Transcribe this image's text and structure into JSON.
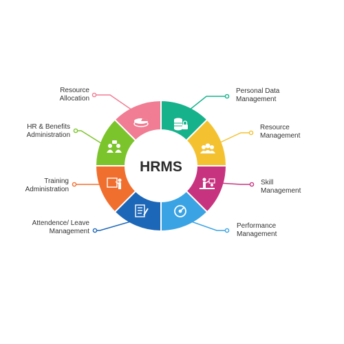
{
  "center_title": "HRMS",
  "segments": [
    {
      "key": "personal-data",
      "color": "#16b28b",
      "icon": "database-lock-icon",
      "label_lines": [
        "Personal Data",
        "Management"
      ]
    },
    {
      "key": "resource-mgmt",
      "color": "#f4c231",
      "icon": "people-group-icon",
      "label_lines": [
        "Resource",
        "Management"
      ]
    },
    {
      "key": "skill",
      "color": "#c8337f",
      "icon": "skill-presentation-icon",
      "label_lines": [
        "Skill",
        "Management"
      ]
    },
    {
      "key": "performance",
      "color": "#3aa3e3",
      "icon": "gauge-icon",
      "label_lines": [
        "Performance",
        "Management"
      ]
    },
    {
      "key": "attendance",
      "color": "#1d67b8",
      "icon": "checklist-pen-icon",
      "label_lines": [
        "Attendence/ Leave",
        "Management"
      ]
    },
    {
      "key": "training",
      "color": "#f06f2e",
      "icon": "trainer-board-icon",
      "label_lines": [
        "Training",
        "Administration"
      ]
    },
    {
      "key": "hr-benefits",
      "color": "#7cc42b",
      "icon": "meeting-people-icon",
      "label_lines": [
        "HR & Benefits",
        "Administration"
      ]
    },
    {
      "key": "resource-alloc",
      "color": "#f07d93",
      "icon": "pie-chart-icon",
      "label_lines": [
        "Resource",
        "Allocation"
      ]
    }
  ]
}
